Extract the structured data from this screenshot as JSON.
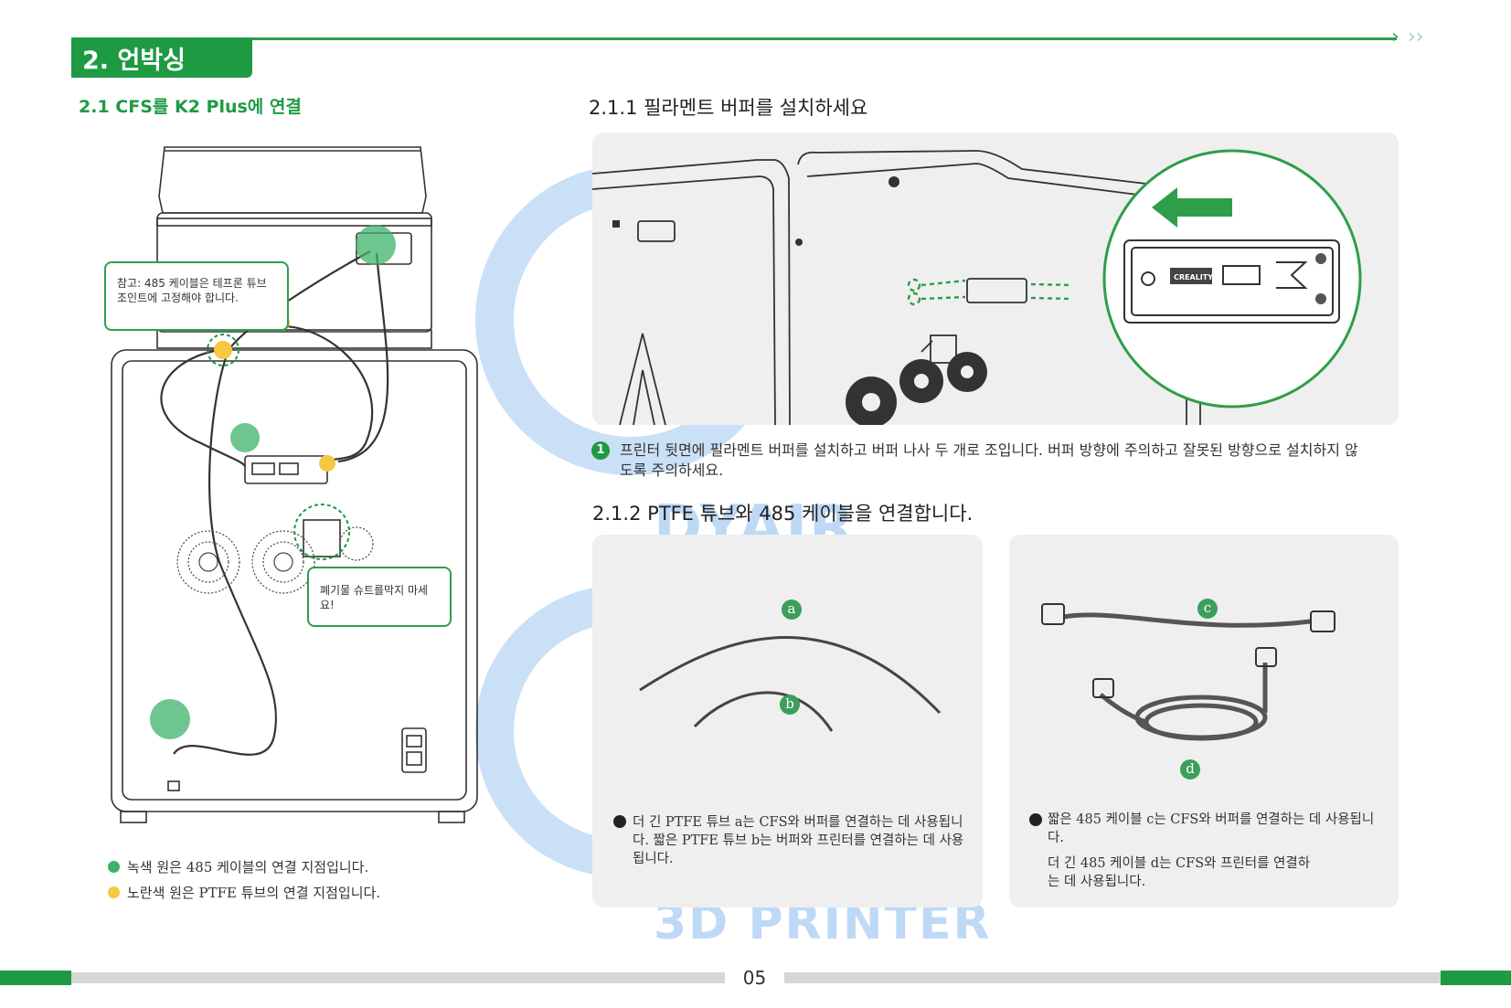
{
  "header": {
    "section_title": "2. 언박싱",
    "left_heading": "2.1 CFS를 K2 Plus에 연결",
    "right_heading_1": "2.1.1 필라멘트 버퍼를 설치하세요",
    "right_heading_2": "2.1.2 PTFE 튜브와 485 케이블을 연결합니다."
  },
  "left_diagram": {
    "callout_note": "참고: 485 케이블은 테프론 튜브 조인트에 고정해야 합니다.",
    "callout_waste": "폐기물 슈트를막지 마세요!",
    "legend_green": "녹색 원은 485 케이블의 연결 지점입니다.",
    "legend_yellow": "노란색 원은 PTFE 튜브의 연결 지점입니다.",
    "green_color": "#3fb16a",
    "yellow_color": "#f5c842"
  },
  "step1": {
    "number": "1",
    "text": "프린터 뒷면에 필라멘트 버퍼를 설치하고 버퍼 나사 두 개로 조입니다. 버퍼 방향에 주의하고 잘못된 방향으로 설치하지 않도록 주의하세요.",
    "brand_label": "CREALITY"
  },
  "ptfe_panel": {
    "label_a": "a",
    "label_b": "b",
    "text": "더 긴 PTFE 튜브 a는 CFS와 버퍼를 연결하는 데 사용됩니다. 짧은 PTFE 튜브 b는 버퍼와 프린터를 연결하는 데 사용됩니다."
  },
  "cable_panel": {
    "label_c": "c",
    "label_d": "d",
    "text_1": "짧은 485 케이블 c는 CFS와 버퍼를 연결하는 데 사용됩니다.",
    "text_2": "더 긴 485 케이블 d는 CFS와 프린터를 연결하는 데 사용됩니다."
  },
  "watermark": {
    "line1": "DYAIR",
    "line2": "3D PRINTER"
  },
  "footer": {
    "page_number": "05"
  },
  "colors": {
    "brand_green": "#1e9a43",
    "panel_gray": "#efefef"
  }
}
